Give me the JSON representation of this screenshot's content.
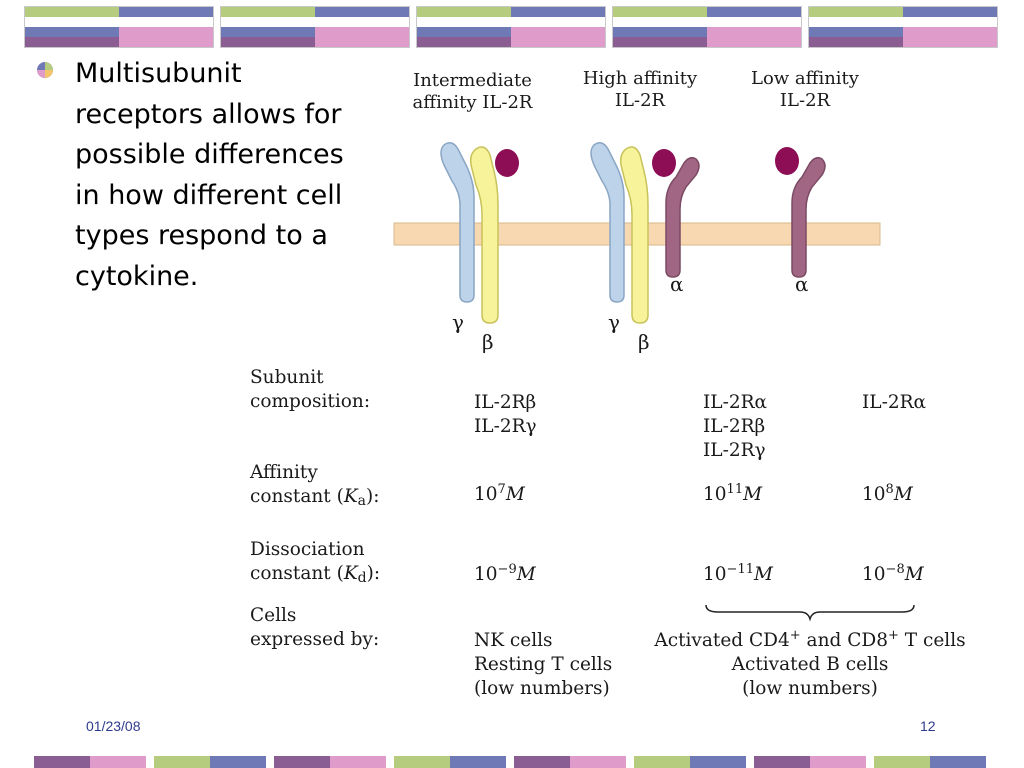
{
  "bullet": {
    "text": "Multisubunit receptors allows for possible differences in how different cell types respond to a cytokine."
  },
  "receptors": [
    {
      "label_line1": "Intermediate",
      "label_line2": "affinity IL-2R",
      "subunits": [
        "γ",
        "β"
      ]
    },
    {
      "label_line1": "High affinity",
      "label_line2": "IL-2R",
      "subunits": [
        "γ",
        "β",
        "α"
      ]
    },
    {
      "label_line1": "Low affinity",
      "label_line2": "IL-2R",
      "subunits": [
        "α"
      ]
    }
  ],
  "table": {
    "row_subunit": {
      "label_line1": "Subunit",
      "label_line2": "composition:",
      "intermediate": [
        "IL-2Rβ",
        "IL-2Rγ"
      ],
      "high": [
        "IL-2Rα",
        "IL-2Rβ",
        "IL-2Rγ"
      ],
      "low": [
        "IL-2Rα"
      ]
    },
    "row_affinity": {
      "label_line1": "Affinity",
      "label_line2_prefix": "constant (",
      "label_symbol": "K",
      "label_sub": "a",
      "label_suffix": "):",
      "intermediate": {
        "base": "10",
        "exp": "7",
        "unit": "M"
      },
      "high": {
        "base": "10",
        "exp": "11",
        "unit": "M"
      },
      "low": {
        "base": "10",
        "exp": "8",
        "unit": "M"
      }
    },
    "row_dissociation": {
      "label_line1": "Dissociation",
      "label_line2_prefix": "constant (",
      "label_symbol": "K",
      "label_sub": "d",
      "label_suffix": "):",
      "intermediate": {
        "base": "10",
        "exp": "−9",
        "unit": "M"
      },
      "high": {
        "base": "10",
        "exp": "−11",
        "unit": "M"
      },
      "low": {
        "base": "10",
        "exp": "−8",
        "unit": "M"
      }
    },
    "row_cells": {
      "label_line1": "Cells",
      "label_line2": "expressed by:",
      "intermediate": [
        "NK cells",
        "Resting T cells",
        "(low numbers)"
      ],
      "high_low_line1_a": "Activated CD4",
      "high_low_line1_sup1": "+",
      "high_low_line1_b": " and CD8",
      "high_low_line1_sup2": "+",
      "high_low_line1_c": " T cells",
      "high_low_line2": "Activated B cells",
      "high_low_line3": "(low numbers)"
    }
  },
  "footer": {
    "date": "01/23/08",
    "page": "12"
  },
  "colors": {
    "gamma": "#bdd3ea",
    "beta": "#f6f39a",
    "alpha": "#a06683",
    "ligand": "#8d0e55",
    "membrane": "#f8d8b0",
    "bar_green": "#b5cc7e",
    "bar_blue": "#6f79b5",
    "bar_pink": "#df9ccb",
    "bar_purple": "#8a5e93",
    "footer": "#2e3b8c"
  }
}
